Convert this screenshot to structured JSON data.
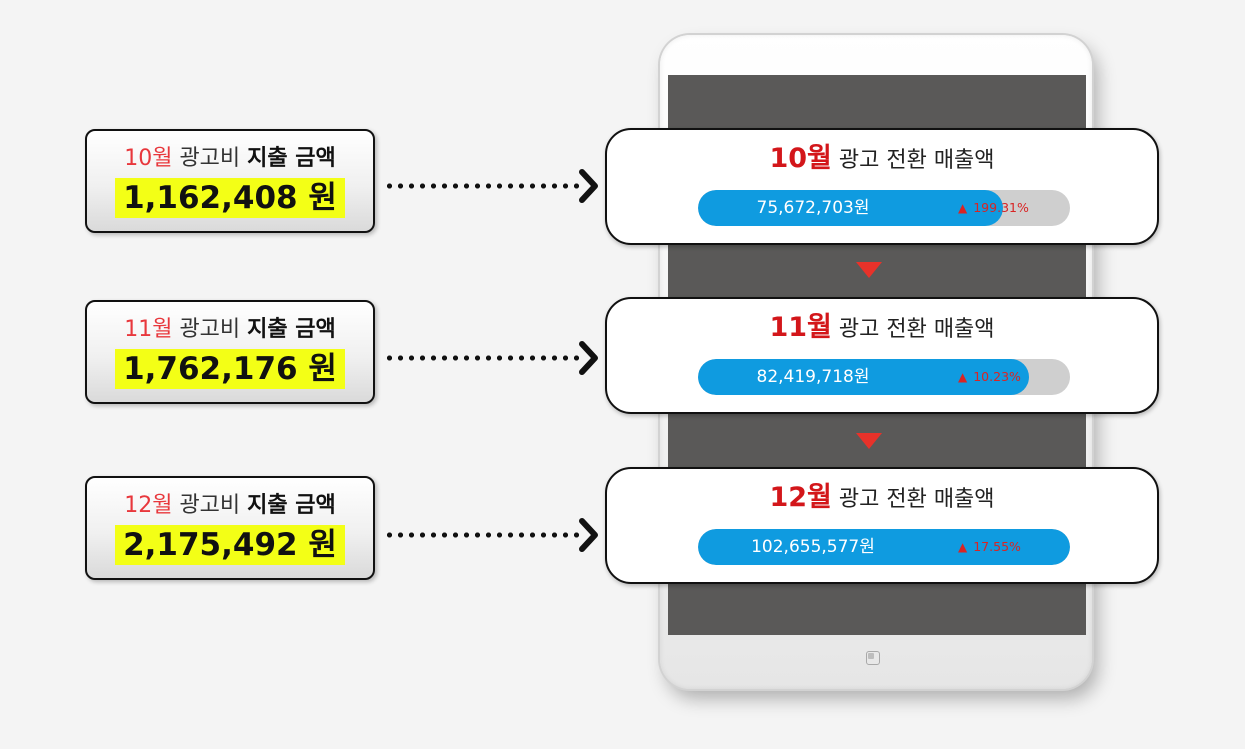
{
  "spend_boxes": [
    {
      "month": "10월",
      "mid": "광고비",
      "strong": "지출 금액",
      "amount": "1,162,408 원"
    },
    {
      "month": "11월",
      "mid": "광고비",
      "strong": "지출 금액",
      "amount": "1,762,176 원"
    },
    {
      "month": "12월",
      "mid": "광고비",
      "strong": "지출 금액",
      "amount": "2,175,492 원"
    }
  ],
  "revenue_cards": [
    {
      "month": "10월",
      "label": "광고 전환 매출액",
      "value": "75,672,703원",
      "change": "199.31%",
      "fill_fraction": 0.82
    },
    {
      "month": "11월",
      "label": "광고 전환 매출액",
      "value": "82,419,718원",
      "change": "10.23%",
      "fill_fraction": 0.89
    },
    {
      "month": "12월",
      "label": "광고 전환 매출액",
      "value": "102,655,577원",
      "change": "17.55%",
      "fill_fraction": 1.0
    }
  ],
  "icons": {
    "increase": "▲",
    "flow_down": "down-triangle-icon",
    "flow_right": "chevron-right-icon",
    "home": "home-button-icon"
  },
  "colors": {
    "month_red": "#d3161a",
    "bar_blue": "#0f9be0",
    "highlight_yellow": "#f3ff16",
    "increase_red": "#d92424",
    "screen_gray": "#5a5958"
  }
}
